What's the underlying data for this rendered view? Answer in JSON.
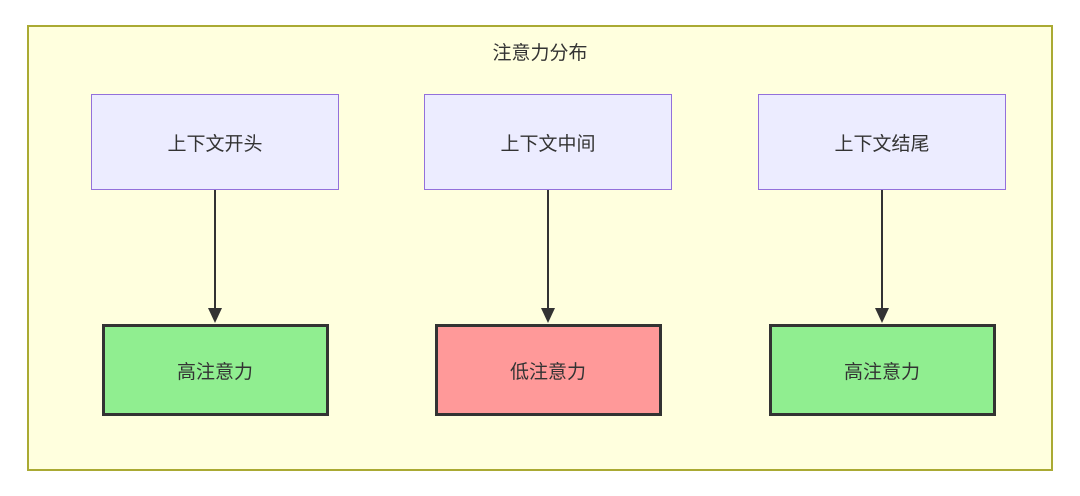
{
  "diagram": {
    "title": "注意力分布",
    "columns": [
      {
        "source": "上下文开头",
        "target": "高注意力",
        "level": "high"
      },
      {
        "source": "上下文中间",
        "target": "低注意力",
        "level": "low"
      },
      {
        "source": "上下文结尾",
        "target": "高注意力",
        "level": "high"
      }
    ],
    "colors": {
      "container_bg": "#FFFFDE",
      "container_border": "#AAAA33",
      "source_bg": "#ECECFF",
      "source_border": "#9370DB",
      "high_bg": "#90EE90",
      "low_bg": "#FF9999",
      "target_border": "#333333",
      "arrow": "#333333",
      "text": "#333333"
    }
  }
}
